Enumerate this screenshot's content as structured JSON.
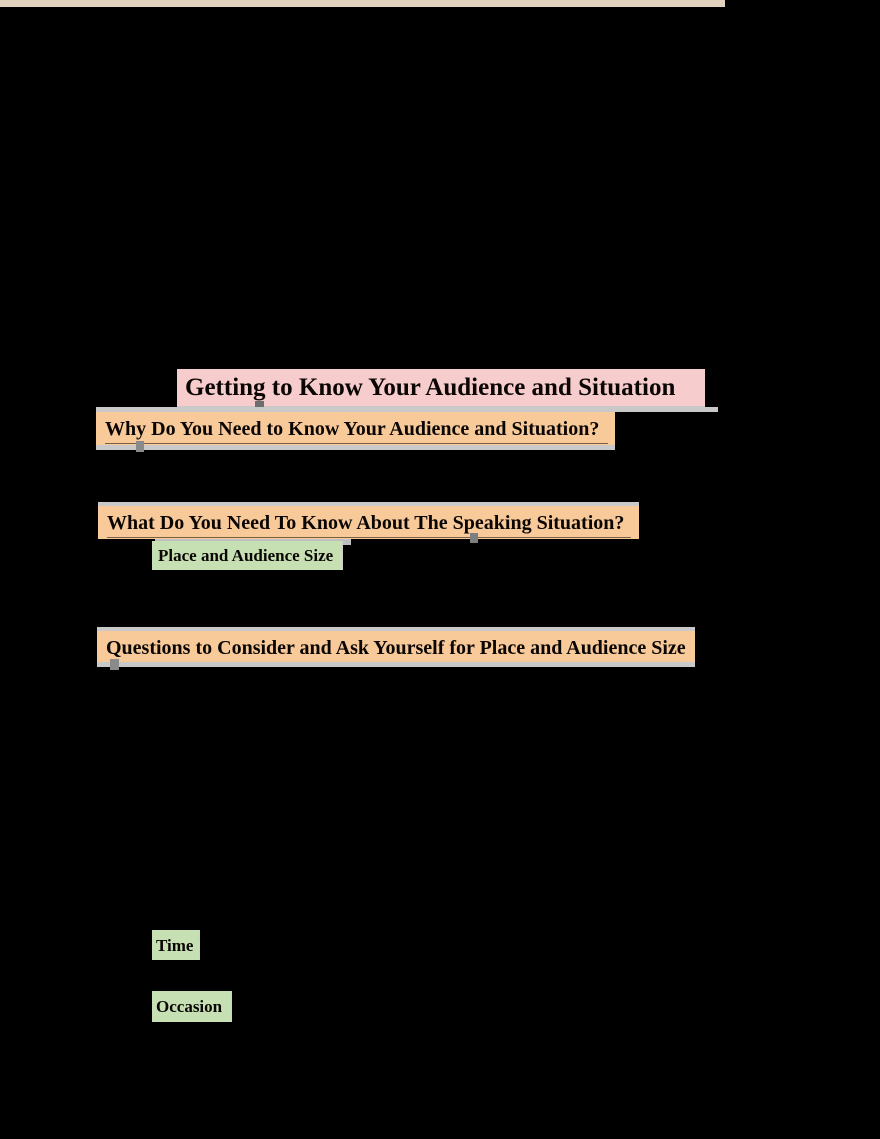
{
  "document": {
    "title": "Getting to Know Your Audience and Situation",
    "headings": [
      {
        "id": "h1",
        "text": "Why Do You Need to Know Your Audience and Situation?",
        "highlight": "#F8C999",
        "level": 1
      },
      {
        "id": "h2",
        "text": "What Do You Need To Know About The Speaking Situation?",
        "highlight": "#F8C999",
        "level": 1
      },
      {
        "id": "h3",
        "text": "Questions to Consider and Ask Yourself for Place and Audience Size",
        "highlight": "#F8C999",
        "level": 1
      }
    ],
    "subheadings": [
      {
        "id": "g1",
        "text": "Place and Audience Size",
        "highlight": "#C6E0B4"
      },
      {
        "id": "g2",
        "text": "Time",
        "highlight": "#C6E0B4"
      },
      {
        "id": "g3",
        "text": "Occasion",
        "highlight": "#C6E0B4"
      }
    ],
    "colors": {
      "page_background": "#000000",
      "title_highlight": "#F7CCCC",
      "heading_highlight": "#F8C999",
      "subheading_highlight": "#C6E0B4",
      "text": "#0A0604",
      "selection_edge": "#C9C9C9",
      "rule": "#E2D2C0"
    }
  }
}
